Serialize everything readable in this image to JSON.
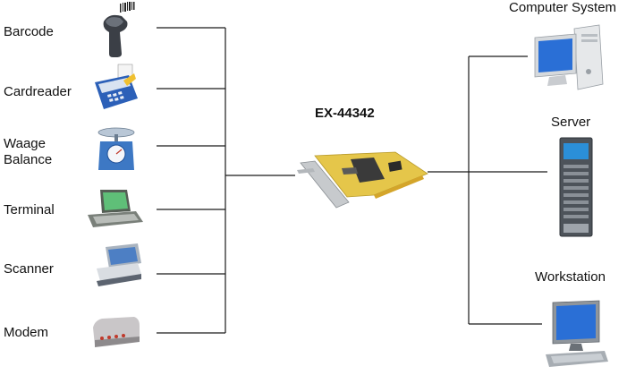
{
  "card": {
    "model": "EX-44342"
  },
  "devices": [
    {
      "label": "Barcode",
      "icon": "barcode-scanner-icon"
    },
    {
      "label": "Cardreader",
      "icon": "card-reader-icon"
    },
    {
      "label": "Waage",
      "label2": "Balance",
      "icon": "scale-icon"
    },
    {
      "label": "Terminal",
      "icon": "terminal-icon"
    },
    {
      "label": "Scanner",
      "icon": "flatbed-scanner-icon"
    },
    {
      "label": "Modem",
      "icon": "modem-icon"
    }
  ],
  "hosts": [
    {
      "label": "Computer System",
      "icon": "computer-tower-icon"
    },
    {
      "label": "Server",
      "icon": "server-rack-icon"
    },
    {
      "label": "Workstation",
      "icon": "workstation-icon"
    }
  ],
  "colors": {
    "line": "#1a1a1a",
    "text": "#111111",
    "screen": "#2a6fd6"
  }
}
